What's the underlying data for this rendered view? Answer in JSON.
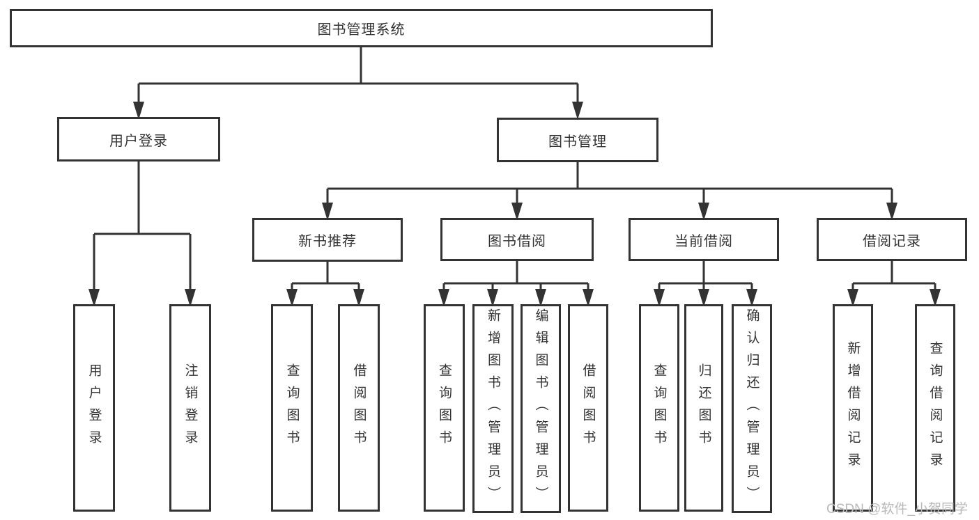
{
  "diagram": {
    "type": "hierarchy-tree",
    "colors": {
      "line": "#333333",
      "border": "#333333",
      "text": "#333333",
      "background": "#ffffff",
      "watermark": "#b9b9b9"
    },
    "nodes": {
      "root": {
        "label": "图书管理系统"
      },
      "userLoginGroup": {
        "label": "用户登录"
      },
      "bookMgmt": {
        "label": "图书管理"
      },
      "newBookRec": {
        "label": "新书推荐"
      },
      "bookBorrow": {
        "label": "图书借阅"
      },
      "currentBorrow": {
        "label": "当前借阅"
      },
      "borrowRecords": {
        "label": "借阅记录"
      },
      "userLogin": {
        "label": "用户登录"
      },
      "logoutLogin": {
        "label": "注销登录"
      },
      "queryBook1": {
        "label": "查询图书"
      },
      "borrowBook1": {
        "label": "借阅图书"
      },
      "queryBook2": {
        "label": "查询图书"
      },
      "addBookAdmin": {
        "label": "新增图书（管理员）"
      },
      "editBookAdmin": {
        "label": "编辑图书（管理员）"
      },
      "borrowBook2": {
        "label": "借阅图书"
      },
      "queryBook3": {
        "label": "查询图书"
      },
      "returnBook": {
        "label": "归还图书"
      },
      "confirmReturnAdmin": {
        "label": "确认归还（管理员）"
      },
      "addBorrowRecord": {
        "label": "新增借阅记录"
      },
      "queryBorrowRecord": {
        "label": "查询借阅记录"
      }
    },
    "hierarchy": {
      "图书管理系统": [
        "用户登录",
        "图书管理"
      ],
      "用户登录": [
        "用户登录",
        "注销登录"
      ],
      "图书管理": [
        "新书推荐",
        "图书借阅",
        "当前借阅",
        "借阅记录"
      ],
      "新书推荐": [
        "查询图书",
        "借阅图书"
      ],
      "图书借阅": [
        "查询图书",
        "新增图书（管理员）",
        "编辑图书（管理员）",
        "借阅图书"
      ],
      "当前借阅": [
        "查询图书",
        "归还图书",
        "确认归还（管理员）"
      ],
      "借阅记录": [
        "新增借阅记录",
        "查询借阅记录"
      ]
    }
  },
  "watermark": {
    "text": "CSDN @软件_小贺同学"
  }
}
